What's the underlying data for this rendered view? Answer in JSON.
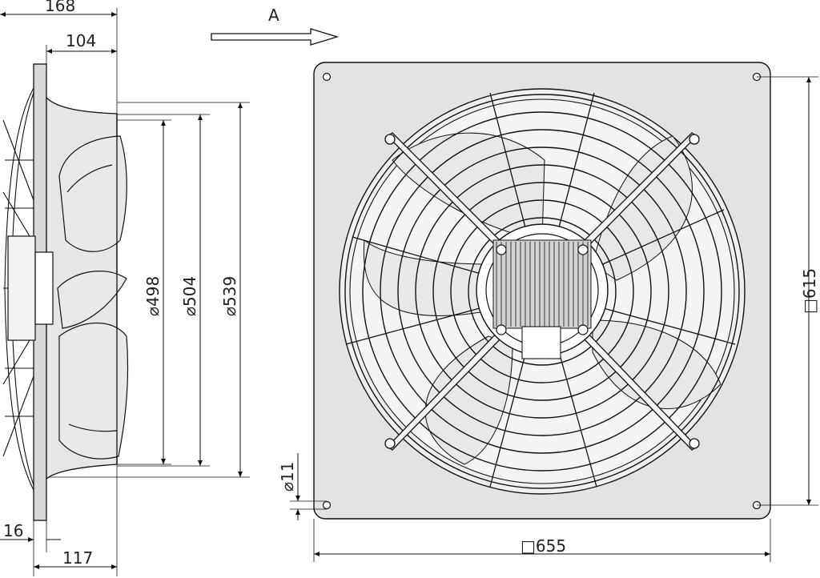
{
  "view_label": "A",
  "side_view": {
    "dim_168": "168",
    "dim_104": "104",
    "dim_16": "16",
    "dim_117": "117",
    "dia_498": "⌀498",
    "dia_504": "⌀504",
    "dia_539": "⌀539"
  },
  "front_view": {
    "dim_615": "□615",
    "dim_655": "□655",
    "dia_11": "⌀11"
  },
  "colors": {
    "panel_fill": "#e3e3e3",
    "line": "#111111",
    "motor_fill": "#ffffff"
  }
}
